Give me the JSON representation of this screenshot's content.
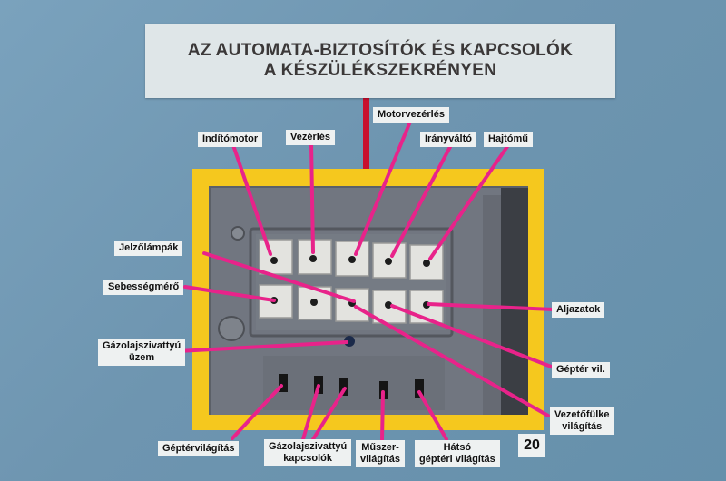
{
  "title": {
    "line1": "AZ AUTOMATA-BIZTOSÍTÓK ÉS KAPCSOLÓK",
    "line2": "A KÉSZÜLÉKSZEKRÉNYEN"
  },
  "labels": {
    "inditomotor": "Indítómotor",
    "vezerles": "Vezérlés",
    "motorvezerles": "Motorvezérlés",
    "iranyvalto": "Irányváltó",
    "hajtomu": "Hajtómű",
    "jelzolampak": "Jelzőlámpák",
    "sebessegmero": "Sebességmérő",
    "gazolajszivattyu_uzem_1": "Gázolajszivattyú",
    "gazolajszivattyu_uzem_2": "üzem",
    "aljazatok": "Aljazatok",
    "gepter_vil": "Géptér vil.",
    "vezetofulke_1": "Vezetőfülke",
    "vezetofulke_2": "világítás",
    "geptervilagitas": "Géptérvilágítás",
    "gazolaj_kapcsolok_1": "Gázolajszivattyú",
    "gazolaj_kapcsolok_2": "kapcsolók",
    "muszer_1": "Műszer-",
    "muszer_2": "világítás",
    "hatso_1": "Hátsó",
    "hatso_2": "géptéri világítás"
  },
  "page_number": "20",
  "colors": {
    "background": "#6e95b0",
    "frame": "#f5c81e",
    "leader": "#e8238a",
    "mast": "#c8102e",
    "panel": "#6f737c",
    "label_bg": "#eef1f1"
  }
}
